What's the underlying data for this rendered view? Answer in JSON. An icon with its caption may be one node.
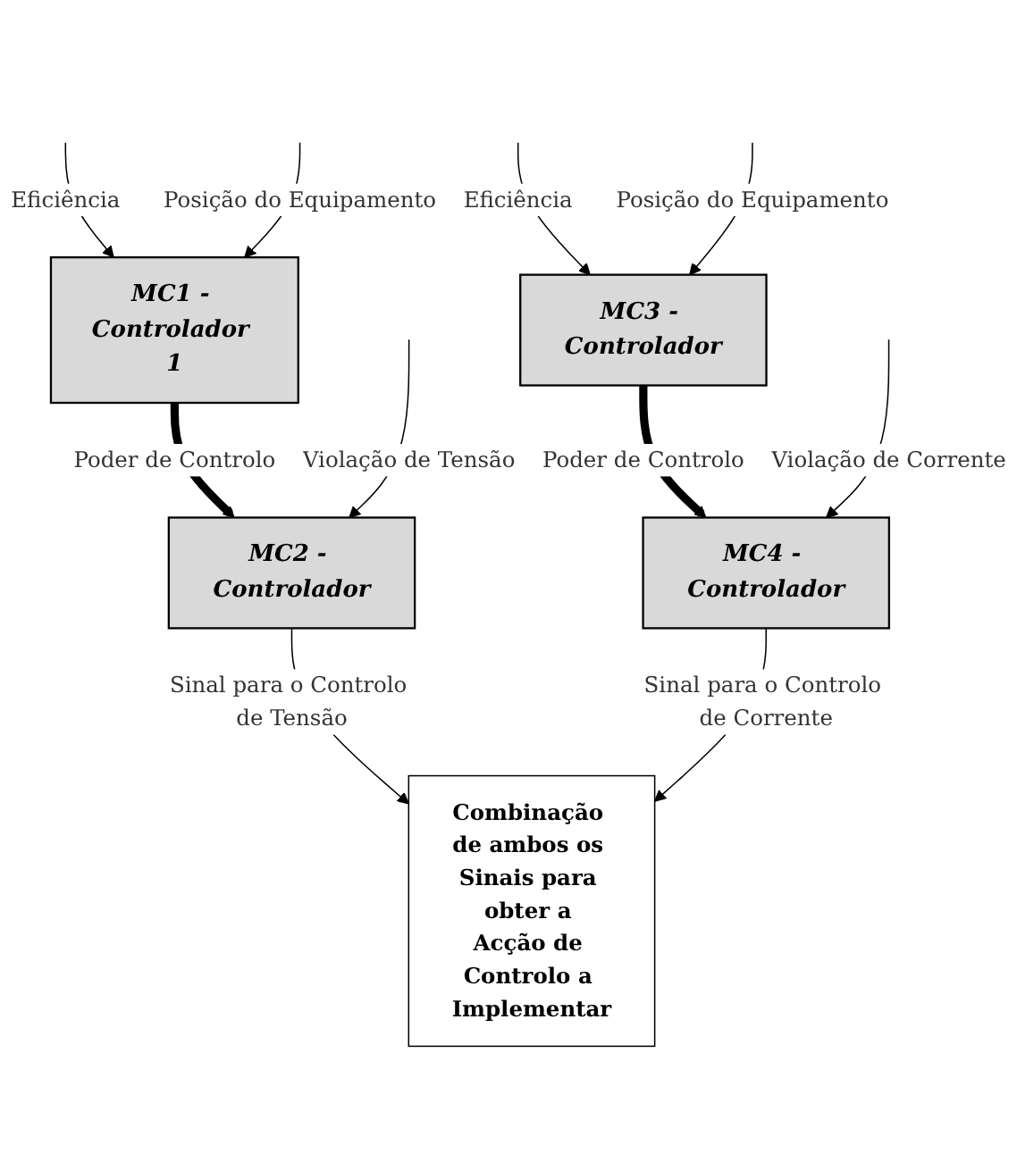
{
  "diagram": {
    "nodes": [
      {
        "text": [
          "MC1 - Controlador 1"
        ]
      },
      {
        "text": [
          "MC2 - Controlador"
        ]
      },
      {
        "text": [
          "Combinação de ambos os Sinais para obter a Acção de Controlo a Implementar"
        ]
      },
      {
        "text": [
          "MC3 - Controlador"
        ]
      },
      {
        "text": [
          "MC4 - Controlador"
        ]
      }
    ],
    "edges": [
      {
        "from": null,
        "to": 0,
        "arrow": "to",
        "label": "Eficiência"
      },
      {
        "from": null,
        "to": 0,
        "arrow": "to",
        "label": "Posição do Equipamento"
      },
      {
        "from": 0,
        "to": 1,
        "arrow": "to",
        "label": "Poder de Controlo",
        "style": "thick"
      },
      {
        "from": null,
        "to": 1,
        "arrow": "to",
        "label": "Violação de Tensão"
      },
      {
        "from": 1,
        "to": 2,
        "arrow": "to",
        "label": "Sinal para o Controlo de Tensão"
      },
      {
        "from": null,
        "to": 3,
        "arrow": "to",
        "label": "Eficiência"
      },
      {
        "from": null,
        "to": 3,
        "arrow": "to",
        "label": "Posição do Equipamento"
      },
      {
        "from": 3,
        "to": 4,
        "arrow": "to",
        "label": "Poder de Controlo",
        "style": "thick"
      },
      {
        "from": null,
        "to": 4,
        "arrow": "to",
        "label": "Violação de Corrente"
      },
      {
        "from": 4,
        "to": 2,
        "arrow": "to",
        "label": "Sinal para o Controlo de Corrente"
      }
    ]
  }
}
